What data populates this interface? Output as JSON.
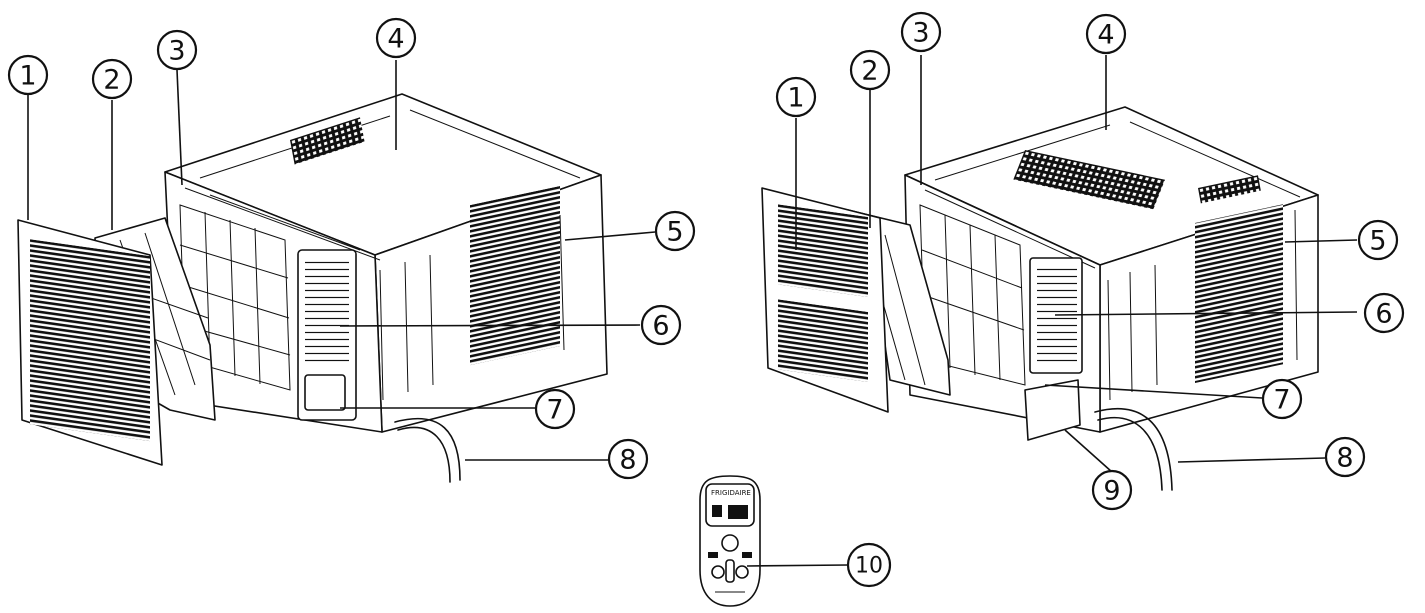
{
  "callouts": {
    "left": [
      "1",
      "2",
      "3",
      "4",
      "5",
      "6",
      "7",
      "8"
    ],
    "right": [
      "1",
      "2",
      "3",
      "4",
      "5",
      "6",
      "7",
      "8",
      "9"
    ],
    "remote": "10"
  },
  "remote_display": "FRIGIDAIRE"
}
